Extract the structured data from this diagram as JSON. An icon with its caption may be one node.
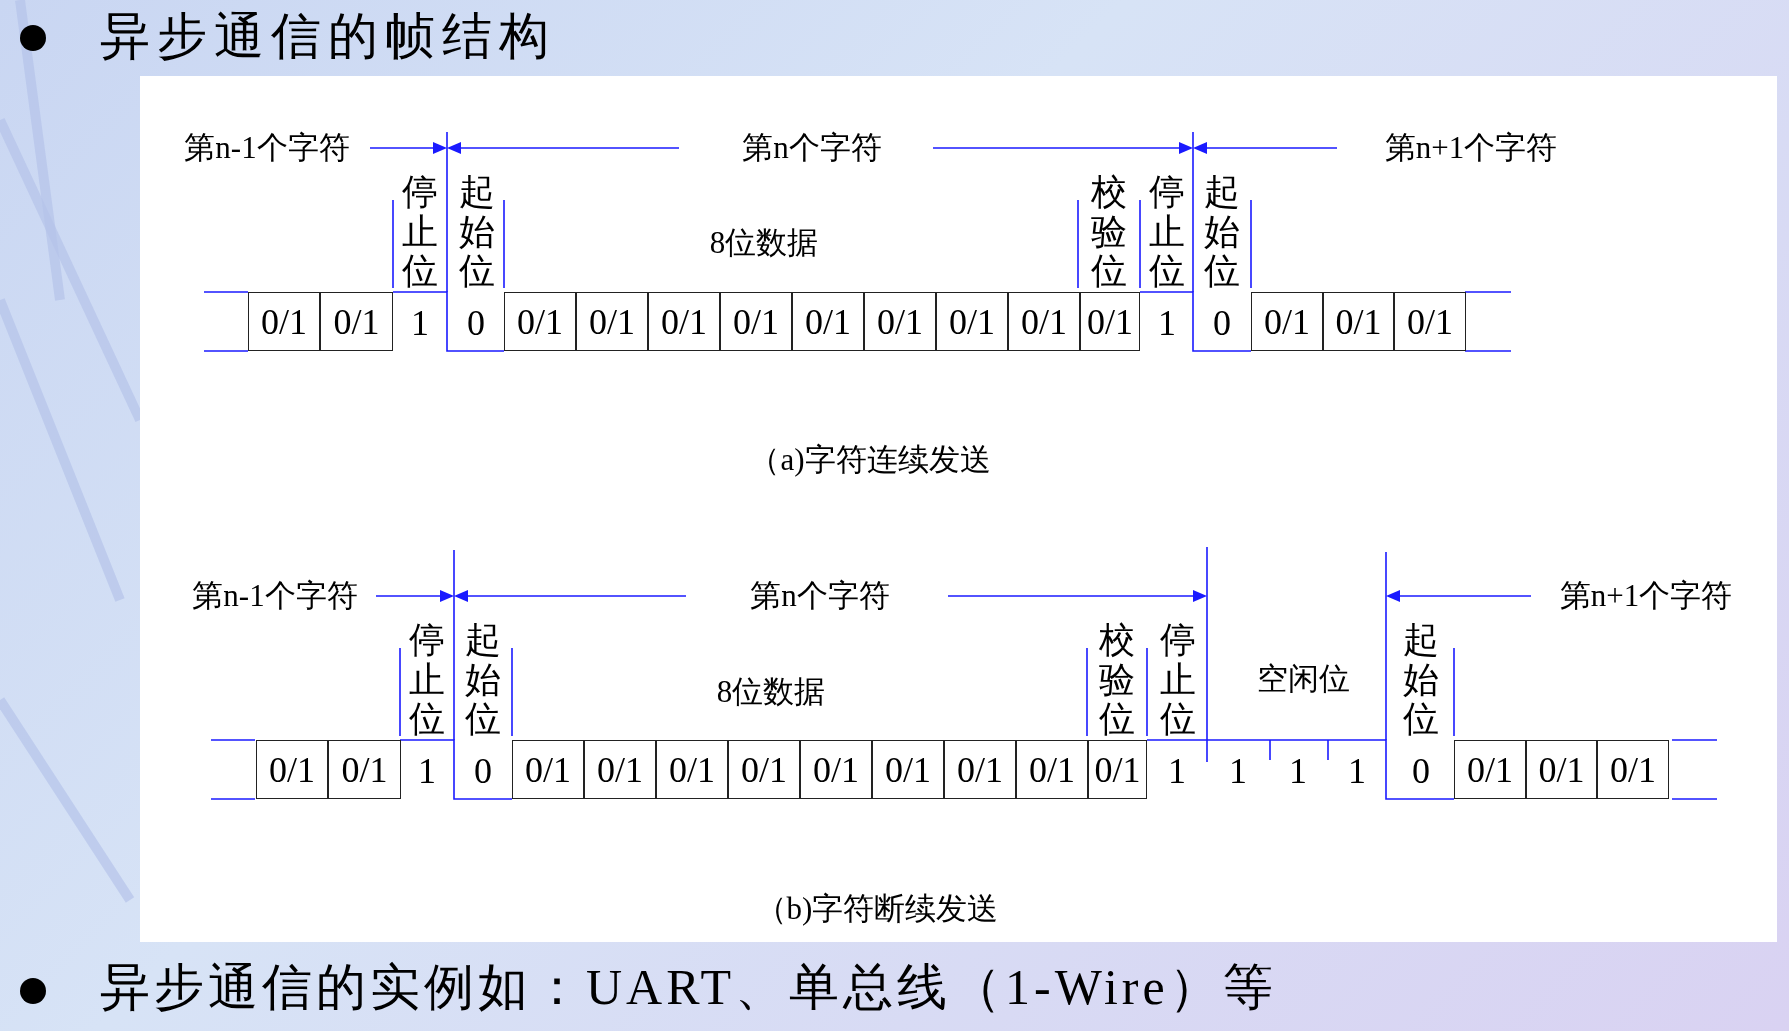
{
  "diagram": {
    "title": "异步通信的帧结构",
    "nodes": [
      {
        "text": [
          "0/1"
        ]
      },
      {
        "text": [
          "0/1"
        ]
      },
      {
        "text": [
          "0/1"
        ]
      },
      {
        "text": [
          "0/1"
        ]
      },
      {
        "text": [
          "0/1"
        ]
      },
      {
        "text": [
          "0/1"
        ]
      },
      {
        "text": [
          "0/1"
        ]
      },
      {
        "text": [
          "0/1"
        ]
      },
      {
        "text": [
          "0/1"
        ]
      },
      {
        "text": [
          "0/1"
        ]
      },
      {
        "text": [
          "0/1"
        ]
      },
      {
        "text": [
          "0/1"
        ]
      },
      {
        "text": [
          "0/1"
        ]
      },
      {
        "text": [
          "0/1"
        ]
      },
      {
        "text": [
          "0/1"
        ]
      },
      {
        "text": [
          "0/1"
        ]
      },
      {
        "text": [
          "0/1"
        ]
      },
      {
        "text": [
          "0/1"
        ]
      },
      {
        "text": [
          "0/1"
        ]
      },
      {
        "text": [
          "0/1"
        ]
      },
      {
        "text": [
          "0/1"
        ]
      },
      {
        "text": [
          "0/1"
        ]
      },
      {
        "text": [
          "0/1"
        ]
      },
      {
        "text": [
          "0/1"
        ]
      },
      {
        "text": [
          "0/1"
        ]
      },
      {
        "text": [
          "0/1"
        ]
      },
      {
        "text": [
          "0/1"
        ]
      },
      {
        "text": [
          "0/1"
        ]
      }
    ],
    "labels": [
      "第n-1个字符",
      "第n个字符",
      "第n+1个字符",
      "停止位",
      "起始位",
      "8位数据",
      "校验位",
      "停止位",
      "起始位",
      "1",
      "0",
      "1",
      "0",
      "（a)字符连续发送",
      "第n-1个字符",
      "第n个字符",
      "第n+1个字符",
      "停止位",
      "起始位",
      "8位数据",
      "校验位",
      "停止位",
      "空闲位",
      "起始位",
      "1",
      "0",
      "1",
      "1",
      "1",
      "1",
      "0",
      "（b)字符断续发送",
      "异步通信的实例如：UART、单总线（1-Wire）等"
    ]
  }
}
